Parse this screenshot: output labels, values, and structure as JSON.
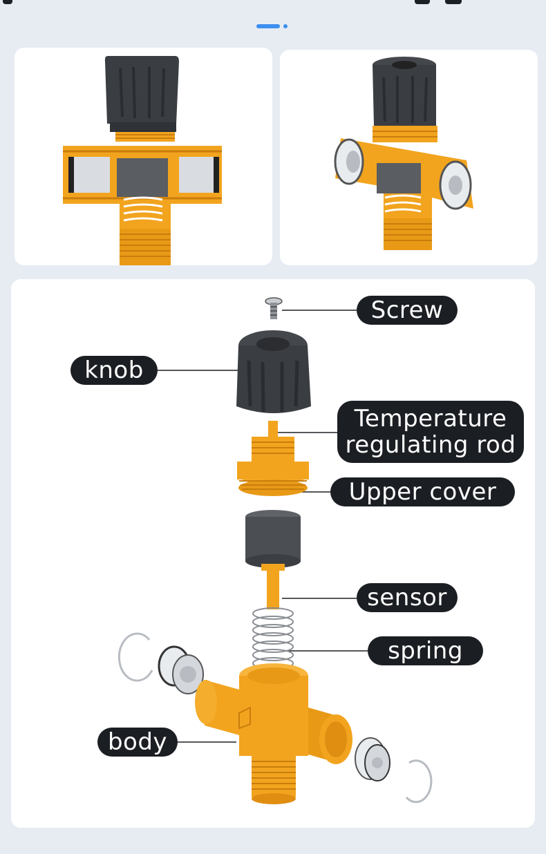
{
  "labels": {
    "screw": "Screw",
    "knob": "knob",
    "rod_line1": "Temperature",
    "rod_line2": "regulating rod",
    "upper_cover": "Upper cover",
    "sensor": "sensor",
    "spring": "spring",
    "body": "body"
  },
  "colors": {
    "page_bg": "#e7ecf3",
    "card_bg": "#ffffff",
    "pill_bg": "#1b1e23",
    "pill_text": "#ffffff",
    "accent": "#3d8ff0",
    "brass": "#f2a41f",
    "brass_dark": "#c97d0c",
    "knob": "#3a3d42",
    "chrome": "#d9dde2"
  },
  "icons": [
    "screw-part",
    "knob-part",
    "rod-part",
    "cover-part",
    "sensor-part",
    "spring-part",
    "valve-body-part"
  ]
}
